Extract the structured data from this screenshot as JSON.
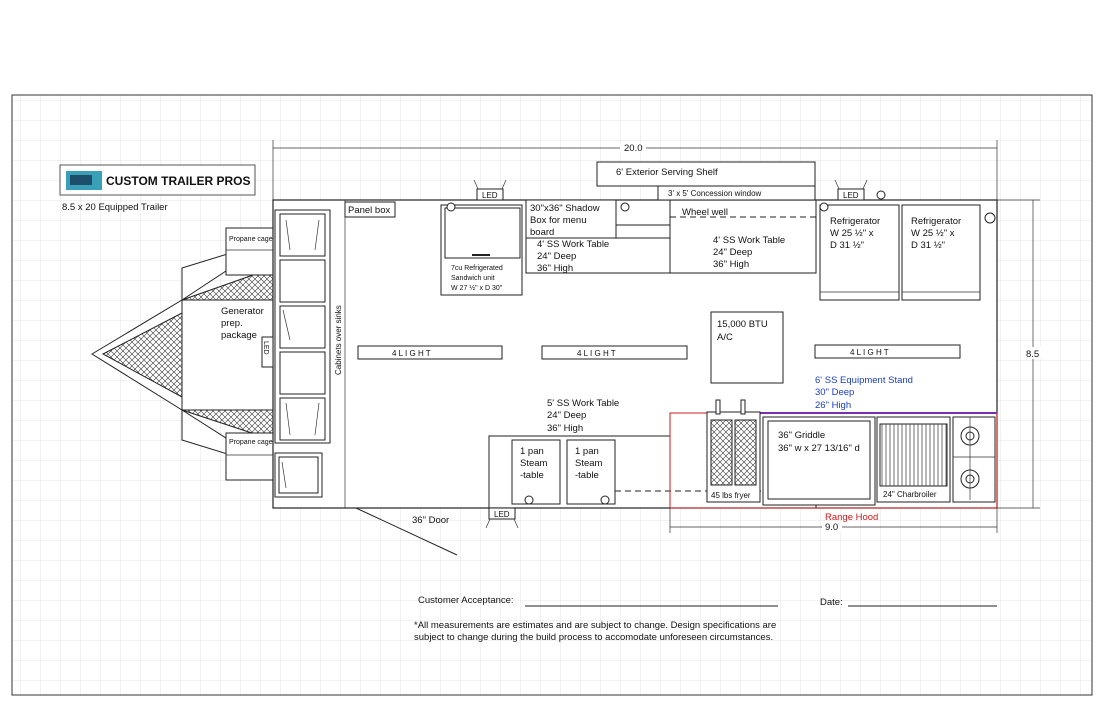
{
  "brand": {
    "name": "CUSTOM TRAILER PROS"
  },
  "trailer_label": "8.5 x 20 Equipped Trailer",
  "dims": {
    "length": "20.0",
    "width": "8.5",
    "hood": "9.0"
  },
  "labels": {
    "panel_box": "Panel box",
    "led": "LED",
    "cabinets": "Cabinets over sinks",
    "generator": [
      "Generator",
      "prep.",
      "package"
    ],
    "propane_cage": "Propane cage",
    "serving_shelf": "6' Exterior Serving Shelf",
    "concession": "3' x 5' Concession window",
    "wheel_well": "Wheel well",
    "shadow_box": [
      "30\"x36\" Shadow",
      "Box for menu",
      "board"
    ],
    "sandwich_unit": [
      "7cu Refrigerated",
      "Sandwich unit",
      "W 27 ½\" x D 30\""
    ],
    "work4_a": [
      "4' SS Work Table",
      "24\" Deep",
      "36\" High"
    ],
    "work4_b": [
      "4' SS Work Table",
      "24\" Deep",
      "36\" High"
    ],
    "fridge": [
      "Refrigerator",
      "W 25 ½\" x",
      "D 31 ½\""
    ],
    "light": "4 L I G H T",
    "ac": [
      "15,000 BTU",
      "A/C"
    ],
    "equip_stand": [
      "6' SS Equipment Stand",
      "30\" Deep",
      "26\" High"
    ],
    "work5": [
      "5' SS Work Table",
      "24\" Deep",
      "36\" High"
    ],
    "steam": [
      "1 pan",
      "Steam",
      "-table"
    ],
    "griddle": [
      "36\" Griddle",
      "36\" w x 27 13/16\" d"
    ],
    "fryer": "45 lbs fryer",
    "charbroiler": "24\" Charbroiler",
    "range_hood": "Range Hood",
    "door": "36\" Door"
  },
  "footer": {
    "acceptance": "Customer Acceptance:",
    "date": "Date:",
    "note_1": "*All measurements are estimates and are subject to change. Design specifications are",
    "note_2": "subject to change during the build process to accomodate unforeseen circumstances."
  },
  "colors": {
    "grid": "#d9d9d9",
    "blue_text": "#1a3fbf",
    "red": "#d01818",
    "purple": "#7a2fb0",
    "brand_teal": "#3aa0b8"
  }
}
